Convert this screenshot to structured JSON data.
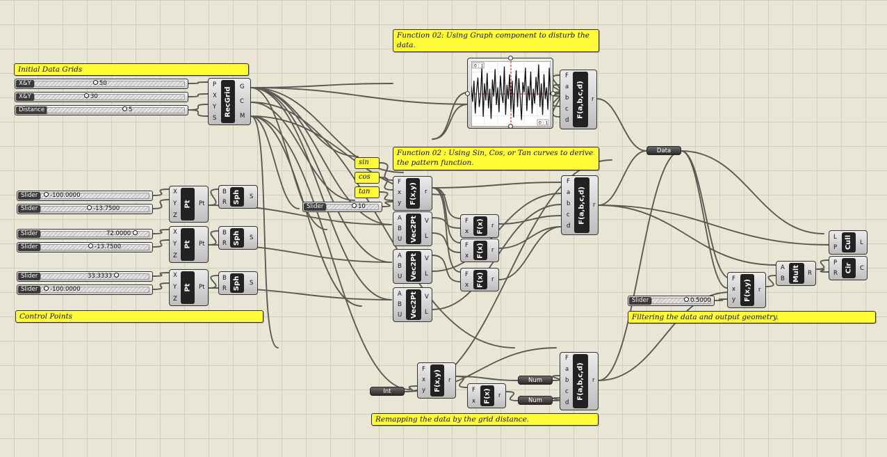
{
  "notes": {
    "function02_graph": "Function 02: Using Graph component to disturb the data.",
    "initial_grids": "Initial Data Grids",
    "function02_trig": "Function 02 : Using Sin, Cos, or Tan curves to derive the pattern function.",
    "control_points": "Control Points",
    "filtering": "Filtering the data and output geometry.",
    "remapping": "Remapping the data by the grid distance."
  },
  "sliders": {
    "grid_x": {
      "label": "X&Y",
      "value": "50"
    },
    "grid_y": {
      "label": "X&Y",
      "value": "30"
    },
    "distance": {
      "label": "Distance",
      "value": "5"
    },
    "pt1_x": {
      "label": "Slider",
      "value": "-100.0000"
    },
    "pt1_y": {
      "label": "Slider",
      "value": "-13.7500"
    },
    "pt2_x": {
      "label": "Slider",
      "value": "72.0000"
    },
    "pt2_y": {
      "label": "Slider",
      "value": "-13.7500"
    },
    "pt3_x": {
      "label": "Slider",
      "value": "33.3333"
    },
    "pt3_y": {
      "label": "Slider",
      "value": "-100.0000"
    },
    "trig": {
      "label": "Slider",
      "value": "10"
    },
    "filter": {
      "label": "Slider",
      "value": "0.5000"
    }
  },
  "panels": {
    "sin": "sin",
    "cos": "cos",
    "tan": "tan"
  },
  "params": {
    "data": "Data",
    "int": "Int",
    "num1": "Num",
    "num2": "Num"
  },
  "components": {
    "recgrid": {
      "name": "RecGrid",
      "inputs": [
        "P",
        "X",
        "Y",
        "S"
      ],
      "outputs": [
        "G",
        "C",
        "M"
      ]
    },
    "pt": {
      "name": "Pt",
      "inputs": [
        "X",
        "Y",
        "Z"
      ],
      "outputs": [
        "Pt"
      ]
    },
    "sph": {
      "name": "Sph",
      "inputs": [
        "B",
        "R"
      ],
      "outputs": [
        "S"
      ]
    },
    "fxy": {
      "name": "F(x,y)",
      "inputs": [
        "F",
        "x",
        "y"
      ],
      "outputs": [
        "r"
      ]
    },
    "vec2pt": {
      "name": "Vec2Pt",
      "inputs": [
        "A",
        "B",
        "U"
      ],
      "outputs": [
        "V",
        "L"
      ]
    },
    "fx": {
      "name": "F(x)",
      "inputs": [
        "F",
        "x"
      ],
      "outputs": [
        "r"
      ]
    },
    "fabcd": {
      "name": "F(a,b,c,d)",
      "inputs": [
        "F",
        "a",
        "b",
        "c",
        "d"
      ],
      "outputs": [
        "r"
      ]
    },
    "mult": {
      "name": "Mult",
      "inputs": [
        "A",
        "B"
      ],
      "outputs": [
        "R"
      ]
    },
    "cull": {
      "name": "Cull",
      "inputs": [
        "L",
        "P"
      ],
      "outputs": [
        "L"
      ]
    },
    "cir": {
      "name": "Cir",
      "inputs": [
        "P",
        "R"
      ],
      "outputs": [
        "C"
      ]
    }
  },
  "graph": {
    "range_label_top": "0 : 1",
    "range_label_bottom": "0 : 1",
    "samples": [
      0.62,
      0.38,
      0.7,
      0.2,
      0.55,
      0.75,
      0.3,
      0.48,
      0.9,
      0.15,
      0.66,
      0.4,
      0.82,
      0.28,
      0.58,
      0.12,
      0.72,
      0.46,
      0.88,
      0.33,
      0.6,
      0.22,
      0.78,
      0.5,
      0.36,
      0.92,
      0.18,
      0.64,
      0.42,
      0.8,
      0.26,
      0.7,
      0.14,
      0.56,
      0.86,
      0.3,
      0.74,
      0.45,
      0.1,
      0.68,
      0.52,
      0.9,
      0.24,
      0.62,
      0.4,
      0.84,
      0.2,
      0.58,
      0.35,
      0.76,
      0.48,
      0.95,
      0.3,
      0.66,
      0.18,
      0.8,
      0.42,
      0.6,
      0.26,
      0.9,
      0.4
    ]
  },
  "colors": {
    "note_yellow": "#fffb37",
    "canvas": "#e9e6d6",
    "grid": "#d3cfbd",
    "component_dark": "#222222",
    "wire": "#5a5a55",
    "graph_curve": "#cc1111"
  }
}
